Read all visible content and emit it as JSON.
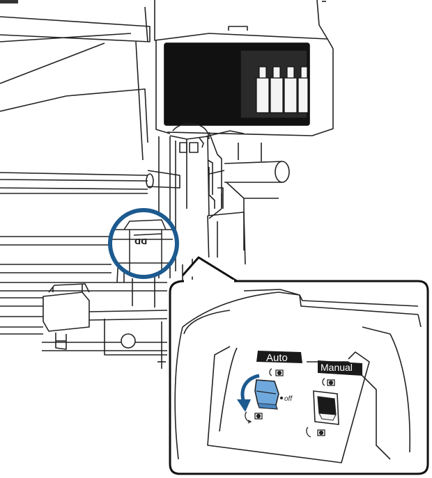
{
  "labels": {
    "auto": "Auto",
    "manual": "Manual",
    "off": "off"
  },
  "colors": {
    "highlight_ring": "#1c5a8f",
    "arrow": "#1c5a8f",
    "switch_blue": "#6fa8dc",
    "label_bg": "#1a1a1a"
  },
  "icons": [
    "roll-take-up-icon",
    "roll-feed-icon",
    "rotation-arrow-icon"
  ]
}
